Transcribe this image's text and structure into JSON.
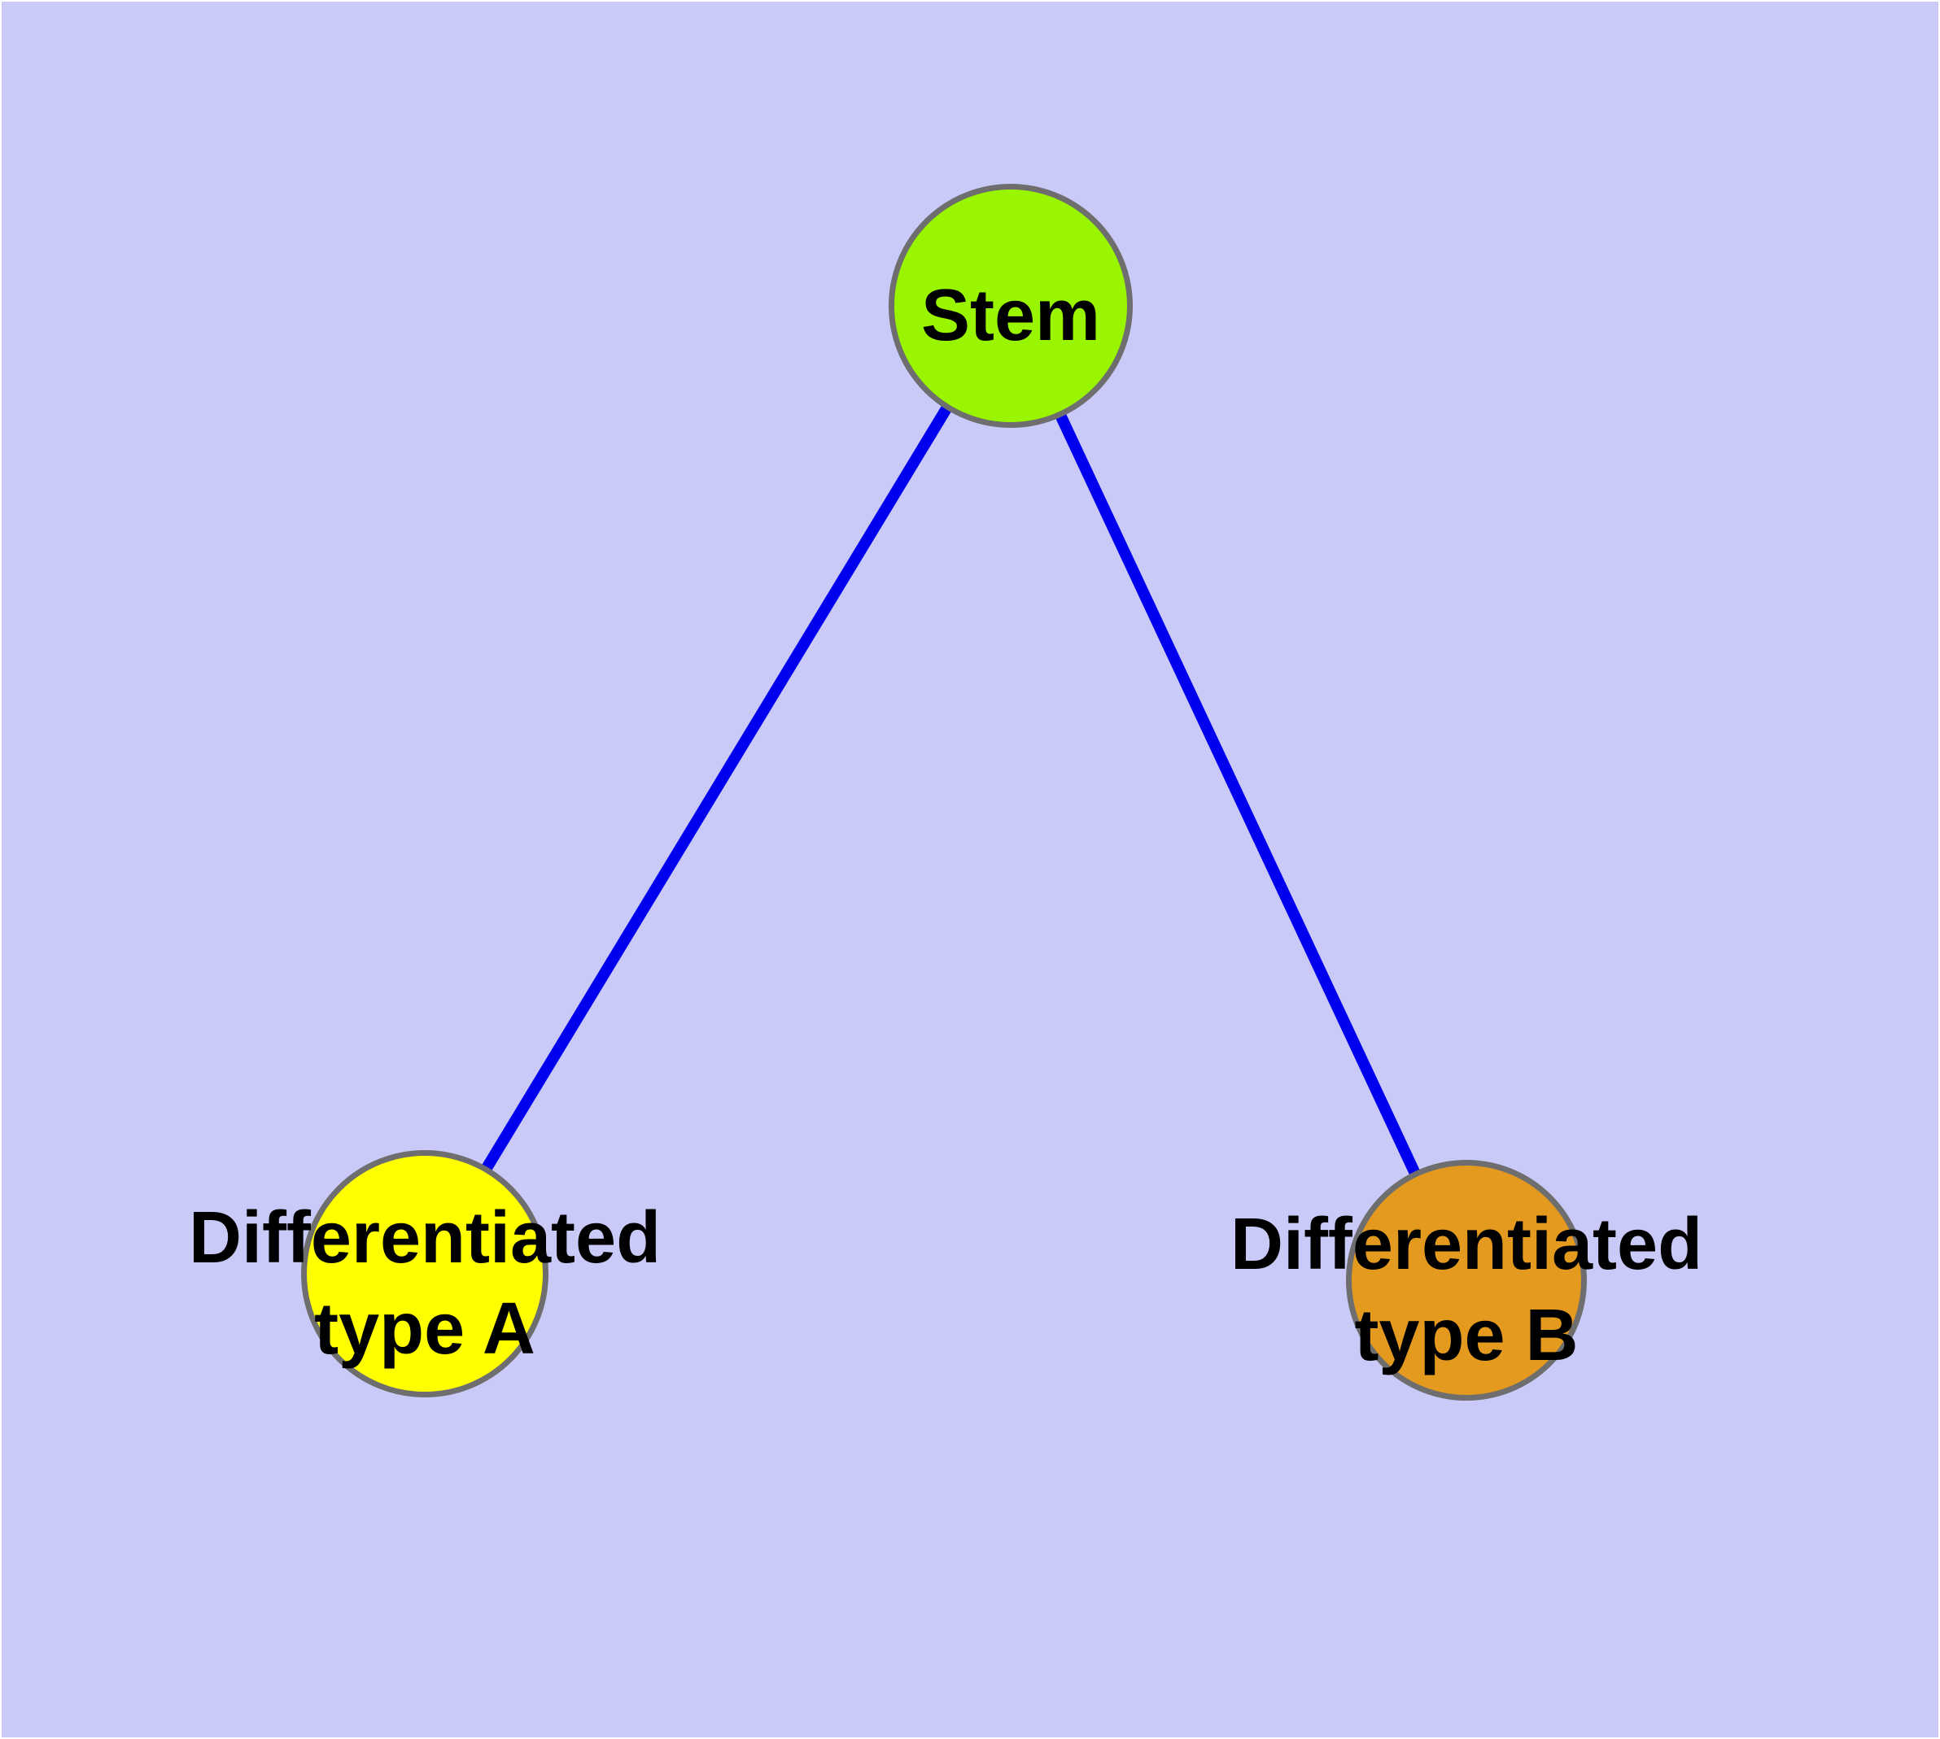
{
  "diagram": {
    "background_color": "#CACAF8",
    "frame_color": "#FFFFFF",
    "edge_color": "#0000EE",
    "node_border_color": "#6E6E6E",
    "label_color": "#000000",
    "nodes": [
      {
        "id": "stem",
        "label_line1": "Stem",
        "label_line2": "",
        "fill": "#99F500"
      },
      {
        "id": "type-a",
        "label_line1": "Differentiated",
        "label_line2": "type A",
        "fill": "#FFFF00"
      },
      {
        "id": "type-b",
        "label_line1": "Differentiated",
        "label_line2": "type B",
        "fill": "#E39A1E"
      }
    ],
    "edges": [
      {
        "from": "stem",
        "to": "type-a"
      },
      {
        "from": "stem",
        "to": "type-b"
      }
    ]
  }
}
